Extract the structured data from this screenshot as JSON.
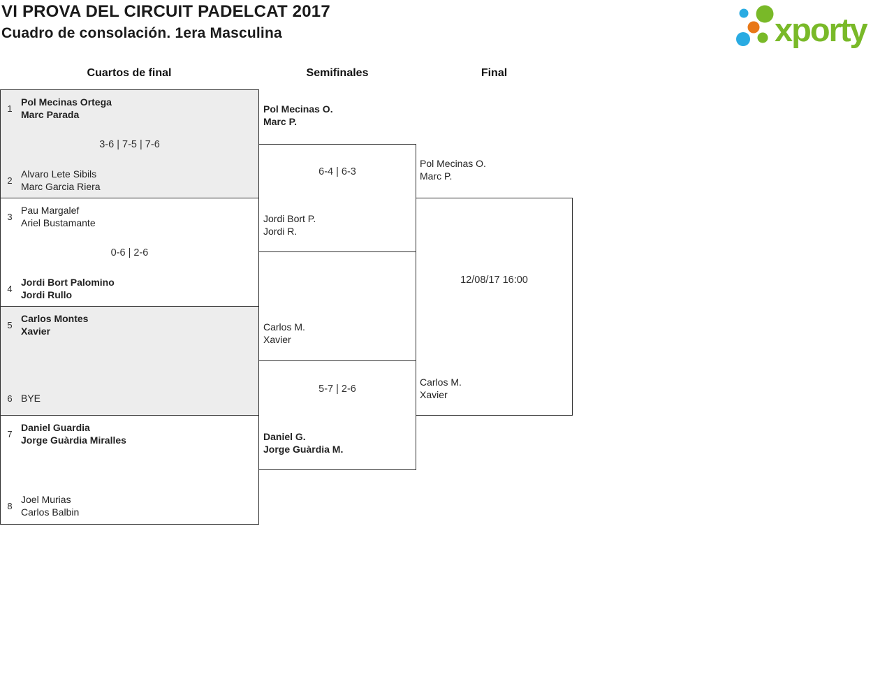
{
  "header": {
    "title": "VI PROVA DEL CIRCUIT PADELCAT 2017",
    "subtitle": "Cuadro de consolación. 1era Masculina"
  },
  "logo": {
    "brand": "xporty",
    "colors": {
      "green": "#79b928",
      "blue": "#29abe2",
      "orange": "#e87817"
    }
  },
  "round_headers": {
    "quarterfinals": "Cuartos de final",
    "semifinals": "Semifinales",
    "final": "Final"
  },
  "bracket": {
    "quarterfinals": [
      {
        "top": {
          "seed": "1",
          "name1": "Pol Mecinas Ortega",
          "name2": "Marc Parada",
          "winner": true
        },
        "score": "3-6 | 7-5 | 7-6",
        "bottom": {
          "seed": "2",
          "name1": "Alvaro Lete Sibils",
          "name2": "Marc Garcia Riera",
          "winner": false
        }
      },
      {
        "top": {
          "seed": "3",
          "name1": "Pau Margalef",
          "name2": "Ariel Bustamante",
          "winner": false
        },
        "score": "0-6 | 2-6",
        "bottom": {
          "seed": "4",
          "name1": "Jordi Bort Palomino",
          "name2": "Jordi Rullo",
          "winner": true
        }
      },
      {
        "top": {
          "seed": "5",
          "name1": "Carlos Montes",
          "name2": "Xavier",
          "winner": true
        },
        "score": "",
        "bottom": {
          "seed": "6",
          "name1": "BYE",
          "name2": "",
          "winner": false
        }
      },
      {
        "top": {
          "seed": "7",
          "name1": "Daniel Guardia",
          "name2": "Jorge Guàrdia Miralles",
          "winner": true
        },
        "score": "",
        "bottom": {
          "seed": "8",
          "name1": "Joel Murias",
          "name2": "Carlos Balbin",
          "winner": false
        }
      }
    ],
    "semifinals": [
      {
        "top": {
          "name1": "Pol Mecinas O.",
          "name2": "Marc P.",
          "winner": true
        },
        "score": "6-4 | 6-3",
        "bottom": {
          "name1": "Jordi Bort P.",
          "name2": "Jordi R.",
          "winner": false
        }
      },
      {
        "top": {
          "name1": "Carlos M.",
          "name2": "Xavier",
          "winner": false
        },
        "score": "5-7 | 2-6",
        "bottom": {
          "name1": "Daniel G.",
          "name2": "Jorge Guàrdia M.",
          "winner": true
        }
      }
    ],
    "final": {
      "top": {
        "name1": "Pol Mecinas O.",
        "name2": "Marc P."
      },
      "schedule": "12/08/17 16:00",
      "bottom": {
        "name1": "Carlos M.",
        "name2": "Xavier"
      }
    }
  },
  "ui_colors": {
    "box_fill_gray": "#ededed",
    "border": "#2f2f2f"
  }
}
